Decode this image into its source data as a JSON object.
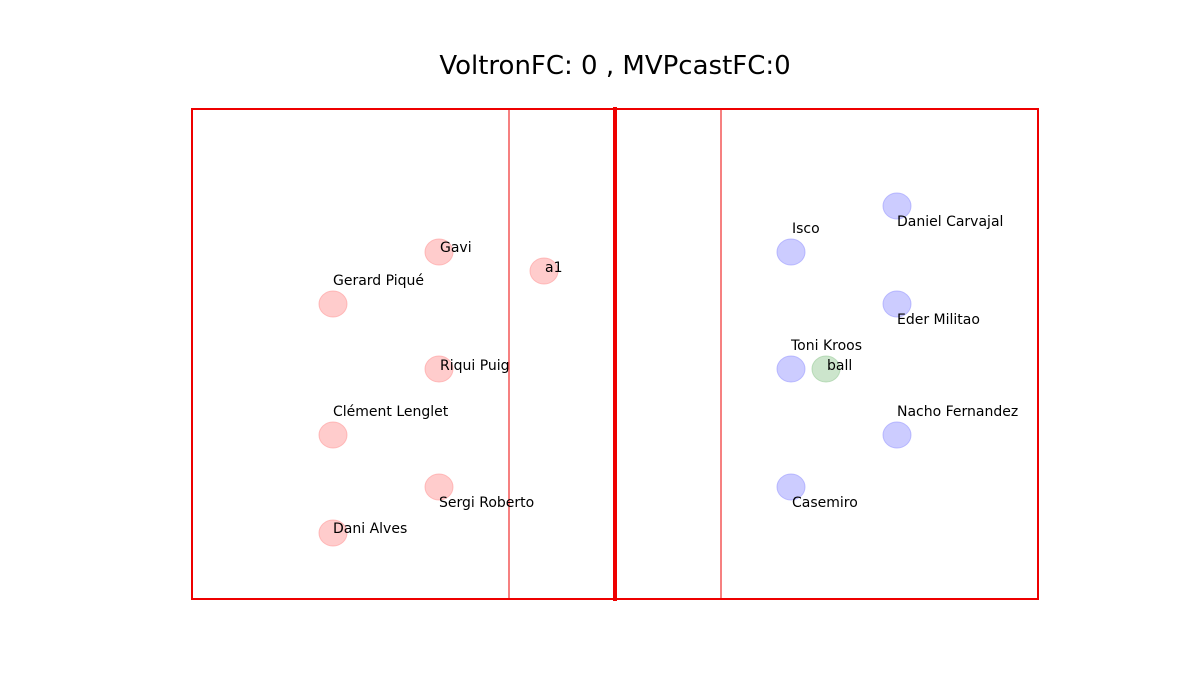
{
  "scoreboard": {
    "title": "VoltronFC: 0 , MVPcastFC:0"
  },
  "teams": {
    "home": {
      "name": "VoltronFC",
      "score": 0,
      "color": "#ff9999"
    },
    "away": {
      "name": "MVPcastFC",
      "score": 0,
      "color": "#9999ff"
    }
  },
  "ball_color": "#99cc99",
  "field_line_color": "#ee0000",
  "players": [
    {
      "id": "gavi",
      "label": "Gavi",
      "team": "home",
      "label_pos": "top-right"
    },
    {
      "id": "a1",
      "label": "a1",
      "team": "home",
      "label_pos": "top-right"
    },
    {
      "id": "gerard-pique",
      "label": "Gerard Piqué",
      "team": "home",
      "label_pos": "above"
    },
    {
      "id": "riqui-puig",
      "label": "Riqui Puig",
      "team": "home",
      "label_pos": "top-right"
    },
    {
      "id": "clement-lenglet",
      "label": "Clément Lenglet",
      "team": "home",
      "label_pos": "above"
    },
    {
      "id": "sergi-roberto",
      "label": "Sergi Roberto",
      "team": "home",
      "label_pos": "below"
    },
    {
      "id": "dani-alves",
      "label": "Dani Alves",
      "team": "home",
      "label_pos": "top-right"
    },
    {
      "id": "daniel-carvajal",
      "label": "Daniel Carvajal",
      "team": "away",
      "label_pos": "below"
    },
    {
      "id": "isco",
      "label": "Isco",
      "team": "away",
      "label_pos": "above"
    },
    {
      "id": "eder-militao",
      "label": "Eder Militao",
      "team": "away",
      "label_pos": "below"
    },
    {
      "id": "toni-kroos",
      "label": "Toni Kroos",
      "team": "away",
      "label_pos": "above"
    },
    {
      "id": "nacho-fernandez",
      "label": "Nacho Fernandez",
      "team": "away",
      "label_pos": "above"
    },
    {
      "id": "casemiro",
      "label": "Casemiro",
      "team": "away",
      "label_pos": "below"
    }
  ],
  "ball": {
    "id": "ball",
    "label": "ball",
    "label_pos": "top-right"
  }
}
